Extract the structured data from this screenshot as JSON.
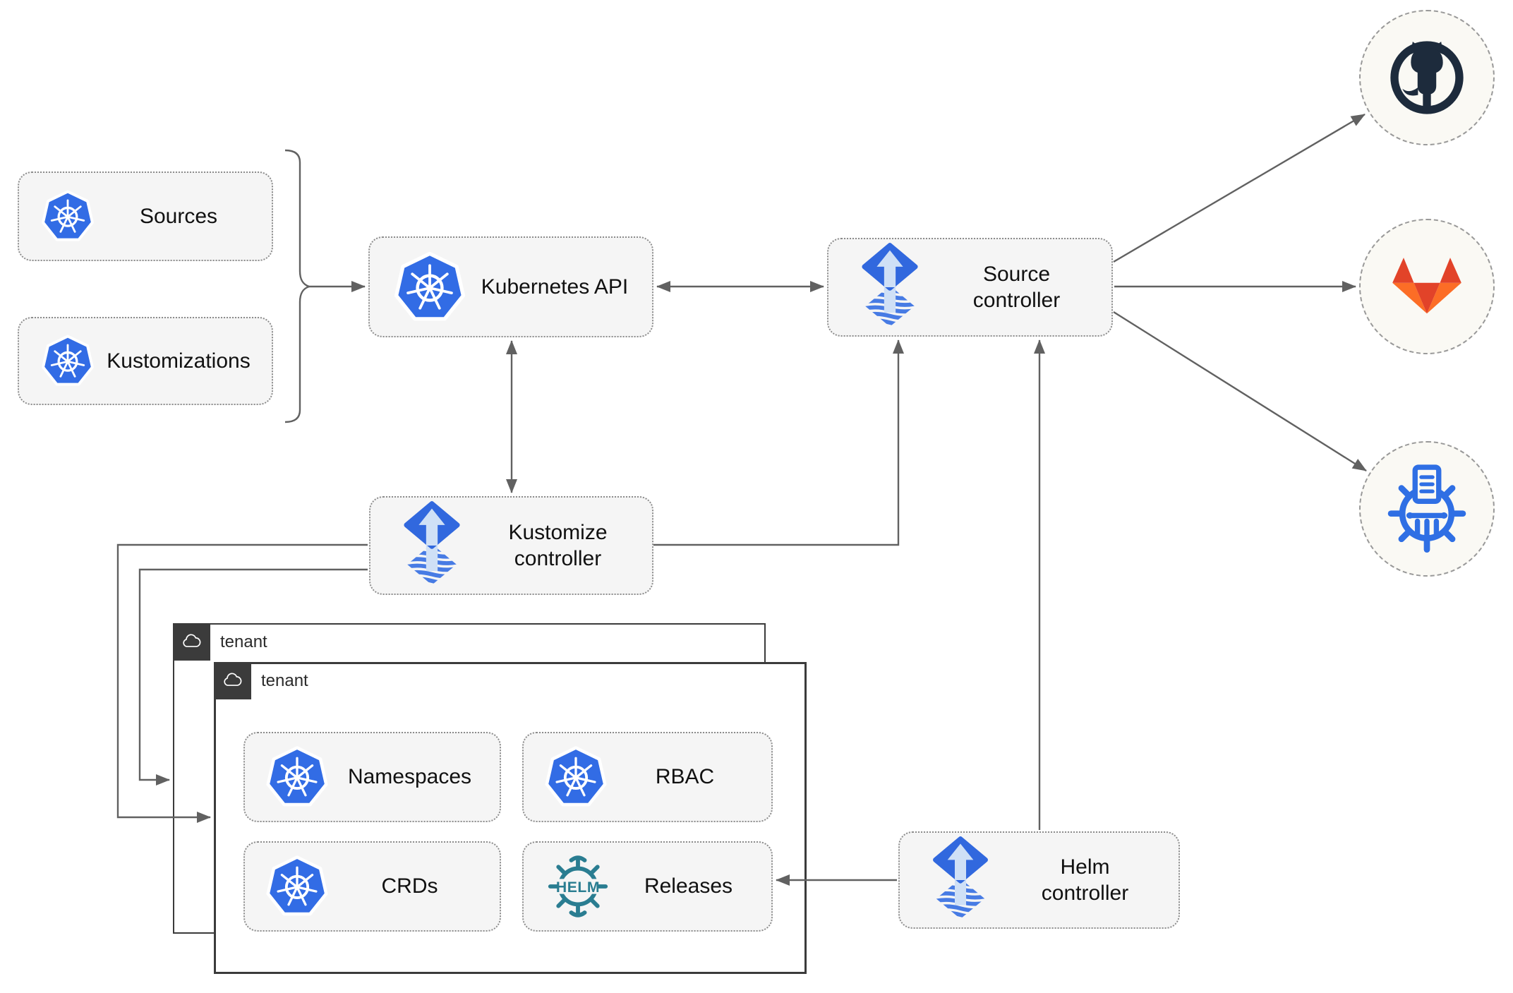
{
  "diagram": {
    "resources": {
      "sources": {
        "label": "Sources",
        "icon": "kubernetes-icon"
      },
      "kustomizations": {
        "label": "Kustomizations",
        "icon": "kubernetes-icon"
      },
      "kubernetes_api": {
        "label": "Kubernetes API",
        "icon": "kubernetes-icon"
      },
      "source_controller": {
        "label": "Source\ncontroller",
        "icon": "flux-icon"
      },
      "kustomize_controller": {
        "label": "Kustomize\ncontroller",
        "icon": "flux-icon"
      },
      "helm_controller": {
        "label": "Helm\ncontroller",
        "icon": "flux-icon"
      },
      "namespaces": {
        "label": "Namespaces",
        "icon": "kubernetes-icon"
      },
      "rbac": {
        "label": "RBAC",
        "icon": "kubernetes-icon"
      },
      "crds": {
        "label": "CRDs",
        "icon": "kubernetes-icon"
      },
      "releases": {
        "label": "Releases",
        "icon": "helm-icon",
        "icon_text": "HELM"
      }
    },
    "tenants": {
      "back": {
        "label": "tenant",
        "icon": "cloud-icon"
      },
      "front": {
        "label": "tenant",
        "icon": "cloud-icon"
      }
    },
    "providers": [
      {
        "icon": "github-icon"
      },
      {
        "icon": "gitlab-icon"
      },
      {
        "icon": "chartmuseum-icon"
      }
    ],
    "colors": {
      "kubernetes_blue": "#326CE5",
      "flux_blue": "#3168DE",
      "flux_arrow_light": "#CFE0F6",
      "helm_teal": "#2A7D91",
      "github_dark": "#1D2B3C",
      "gitlab_red": "#E24329",
      "gitlab_orange": "#FC6D26",
      "chartmuseum_blue": "#2F6FE4",
      "connector_gray": "#616161",
      "tenant_border_dark": "#3B3B3B",
      "node_background": "#F5F5F5"
    }
  }
}
